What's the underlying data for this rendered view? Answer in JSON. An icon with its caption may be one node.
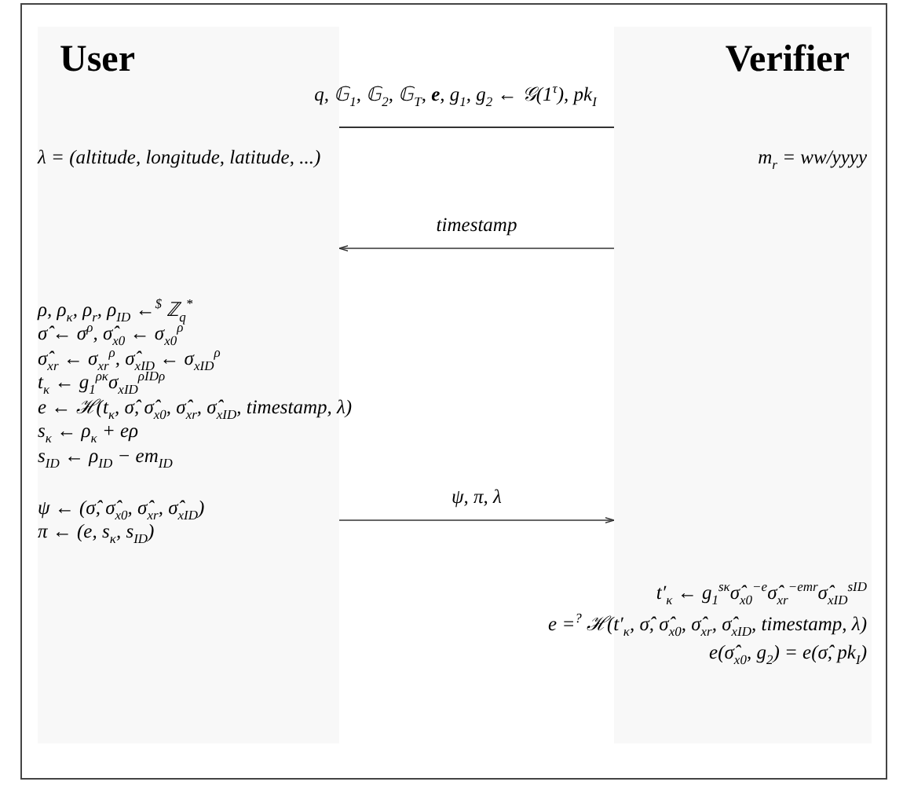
{
  "diagram": {
    "nodes": [
      {
        "text": [
          "User"
        ]
      },
      {
        "text": [
          "Verifier"
        ]
      }
    ],
    "edges": [
      {
        "from": 1,
        "to": 0,
        "label": "timestamp",
        "arrow": "to"
      },
      {
        "from": 0,
        "to": 1,
        "label": "ψ, π, λ",
        "arrow": "to"
      }
    ],
    "labels": [
      "q, 𝔾$_{1}$, 𝔾$_{2}$, 𝔾$_{T}$, **e**, g$_{1}$, g$_{2}$ ← 𝒢(1$^{τ}$), pk$_{I}$",
      "λ = (altitude, longitude, latitude, ...)",
      "m$_{r}$ = ww/yyyy",
      "ρ, ρ$_{κ}$, ρ$_{r}$, ρ$_{ID}$ ←$^{$}$ ℤ$_{q}$$^{*}$",
      "σ̂ ← σ$^{ρ}$, σ̂$_{x0}$ ← σ$_{x0}$$^{ρ}$",
      "σ̂$_{xr}$ ← σ$_{xr}$$^{ρ}$, σ̂$_{xID}$ ← σ$_{xID}$$^{ρ}$",
      "t$_{κ}$ ← g$_{1}$$^{ρκ}$σ$_{xID}$$^{ρIDρ}$",
      "e ← ℋ(t$_{κ}$, σ̂, σ̂$_{x0}$, σ̂$_{xr}$, σ̂$_{xID}$, timestamp, λ)",
      "s$_{κ}$ ← ρ$_{κ}$ + eρ",
      "s$_{ID}$ ← ρ$_{ID}$ − em$_{ID}$",
      "ψ ← (σ̂, σ̂$_{x0}$, σ̂$_{xr}$, σ̂$_{xID}$)",
      "π ← (e, s$_{κ}$, s$_{ID}$)",
      "t′$_{κ}$ ← g$_{1}$$^{sκ}$σ̂$_{x0}$$^{−e}$σ̂$_{xr}$$^{−emr}$σ̂$_{xID}$$^{sID}$",
      "e =$^{?}$ ℋ(t′$_{κ}$, σ̂, σ̂$_{x0}$, σ̂$_{xr}$, σ̂$_{xID}$, timestamp, λ)",
      "e(σ̂$_{x0}$, g$_{2}$) = e(σ̂, pk$_{I}$)"
    ]
  }
}
